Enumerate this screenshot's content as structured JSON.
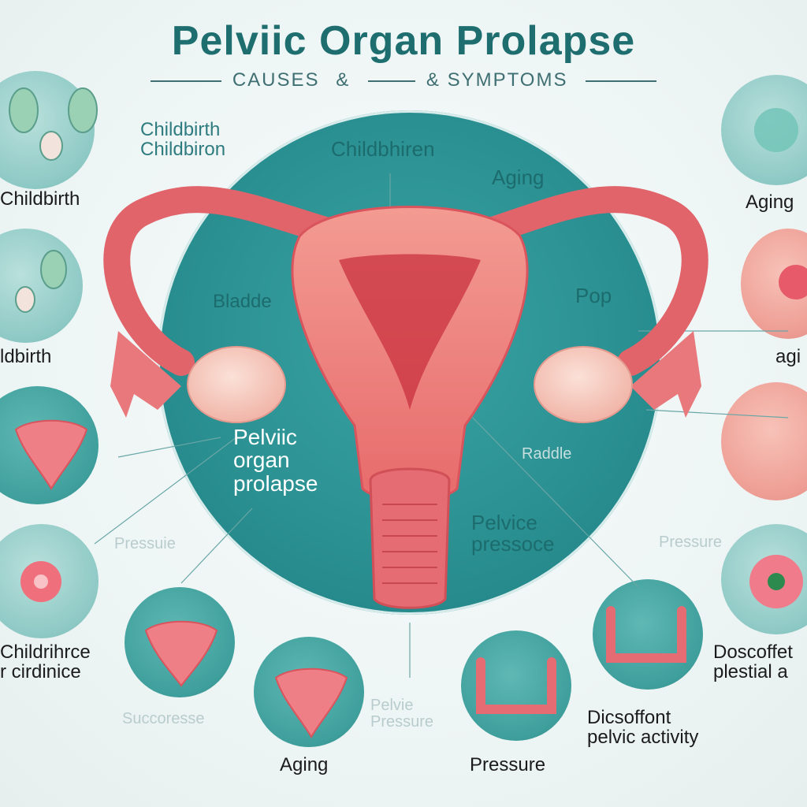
{
  "header": {
    "title": "Pelviic Organ Prolapse",
    "subtitle_left": "CAUSES",
    "subtitle_amp": "&",
    "subtitle_right": "& SYMPTOMS"
  },
  "center_labels": {
    "top": "Childbhiren",
    "aging": "Aging",
    "left": "Bladde",
    "right": "Pop",
    "prolapse": "Pelviic\norgan\nprolapse",
    "raddle": "Raddle",
    "pressure": "Pelvice\npressoce"
  },
  "left_labels": {
    "l1": "Childbirth\nChildbiron",
    "l2": "Childbirth",
    "l3": "ldbirth",
    "l4": "Pressuie",
    "l5": "Childrihrce\nr cirdinice"
  },
  "right_labels": {
    "r1": "Aging",
    "r2": "agi",
    "r3": "Pressure",
    "r4": "Doscoffet\nplestial a"
  },
  "bottom_labels": {
    "b1": "Succoresse",
    "b2": "Aging",
    "b3": "Pelvie\nPressure",
    "b4": "Pressure",
    "b5": "Dicsoffont\npelvic activity"
  },
  "colors": {
    "teal": "#2a8f91",
    "pink": "#e96b6b",
    "title": "#1e6e70"
  },
  "icons": {
    "uterus": "uterus-illustration",
    "flower": "flower-icon",
    "colon": "colon-icon",
    "kidney": "kidney-icon"
  }
}
